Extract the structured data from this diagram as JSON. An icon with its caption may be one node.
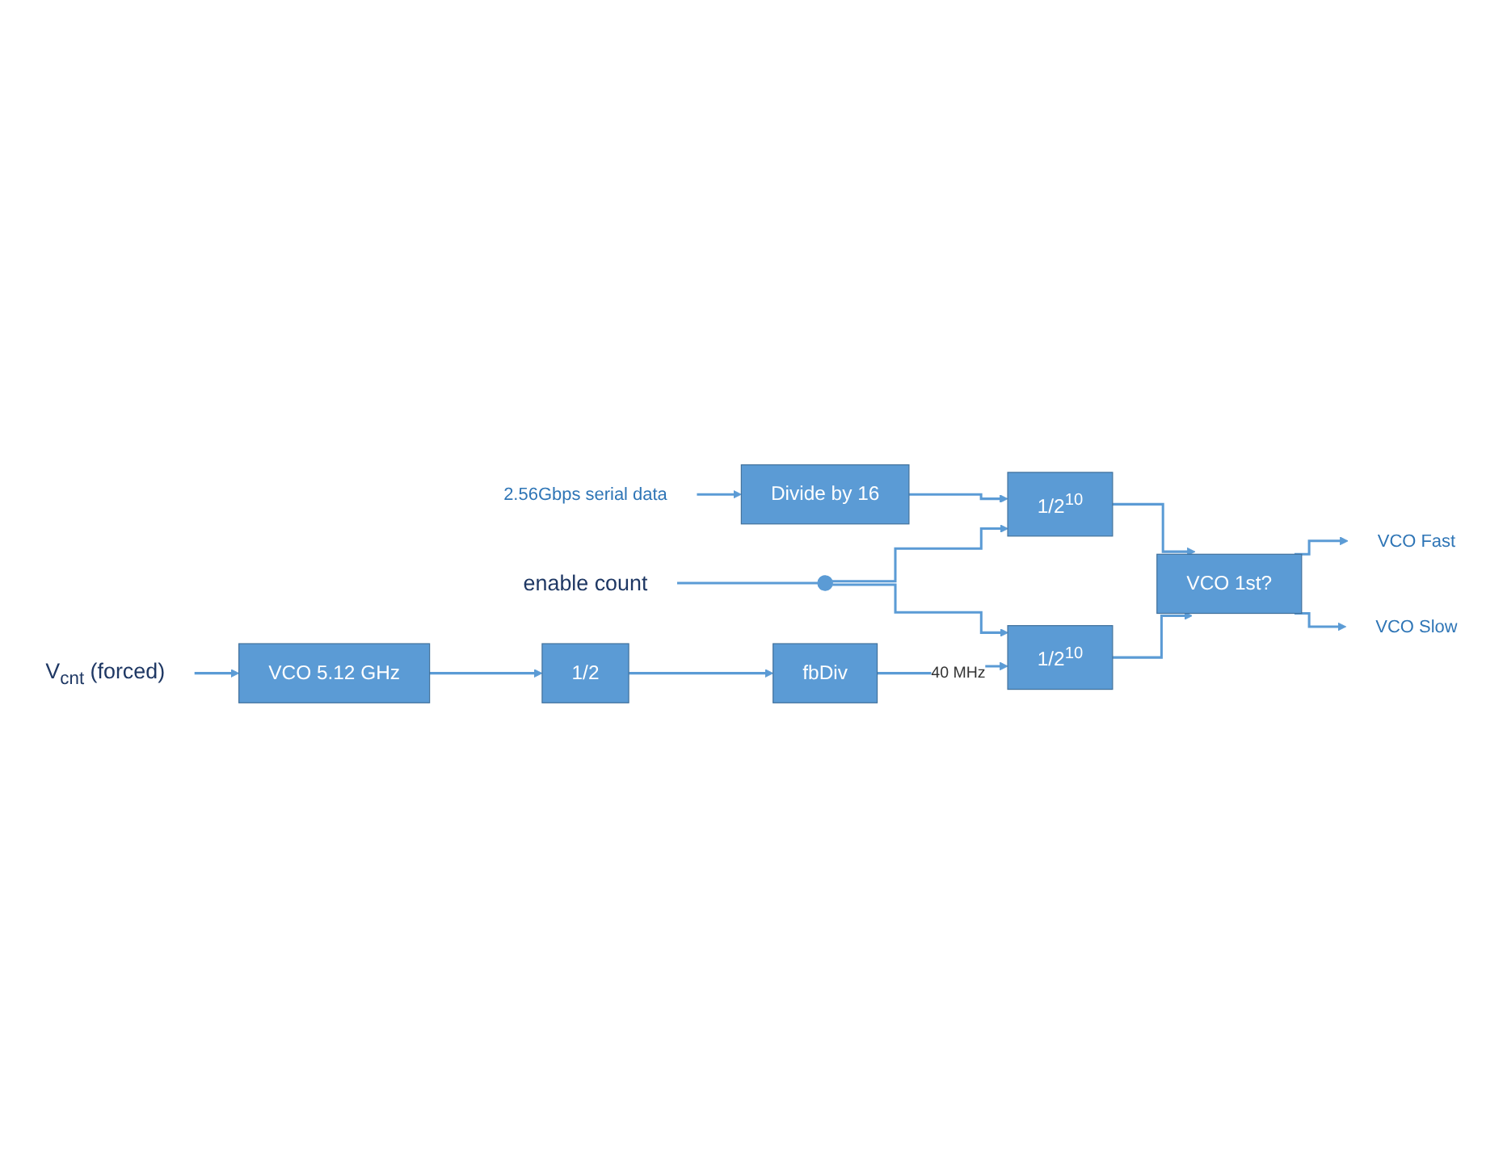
{
  "diagram": {
    "nodes": [
      {
        "text": [
          "2.56Gbps serial data"
        ]
      },
      {
        "text": [
          "Divide by 16"
        ]
      },
      {
        "text": [
          "1/2$^{10}$"
        ]
      },
      {
        "text": [
          "enable count"
        ]
      },
      {
        "text": [],
        "shape": "circle"
      },
      {
        "text": [
          "VCO 1st?"
        ]
      },
      {
        "text": [
          "1/2$^{10}$"
        ]
      },
      {
        "text": [
          "VCO Fast"
        ]
      },
      {
        "text": [
          "VCO Slow"
        ]
      },
      {
        "text": [
          "V$_{cnt}$ (forced)"
        ]
      },
      {
        "text": [
          "VCO 5.12 GHz"
        ]
      },
      {
        "text": [
          "1/2"
        ]
      },
      {
        "text": [
          "fbDiv"
        ]
      }
    ],
    "edges": [
      {
        "from": 0,
        "to": 1,
        "arrow": "to"
      },
      {
        "from": 1,
        "to": 2,
        "arrow": "to"
      },
      {
        "from": 3,
        "to": 4,
        "arrow": "none"
      },
      {
        "from": 4,
        "to": 2,
        "arrow": "to"
      },
      {
        "from": 4,
        "to": 6,
        "arrow": "to"
      },
      {
        "from": 2,
        "to": 5,
        "arrow": "to"
      },
      {
        "from": 6,
        "to": 5,
        "arrow": "to"
      },
      {
        "from": 5,
        "to": 7,
        "arrow": "to"
      },
      {
        "from": 5,
        "to": 8,
        "arrow": "to"
      },
      {
        "from": 9,
        "to": 10,
        "arrow": "to"
      },
      {
        "from": 10,
        "to": 11,
        "arrow": "to"
      },
      {
        "from": 11,
        "to": 12,
        "arrow": "to"
      },
      {
        "from": 12,
        "to": 6,
        "arrow": "to",
        "label": "40 MHz"
      }
    ]
  }
}
